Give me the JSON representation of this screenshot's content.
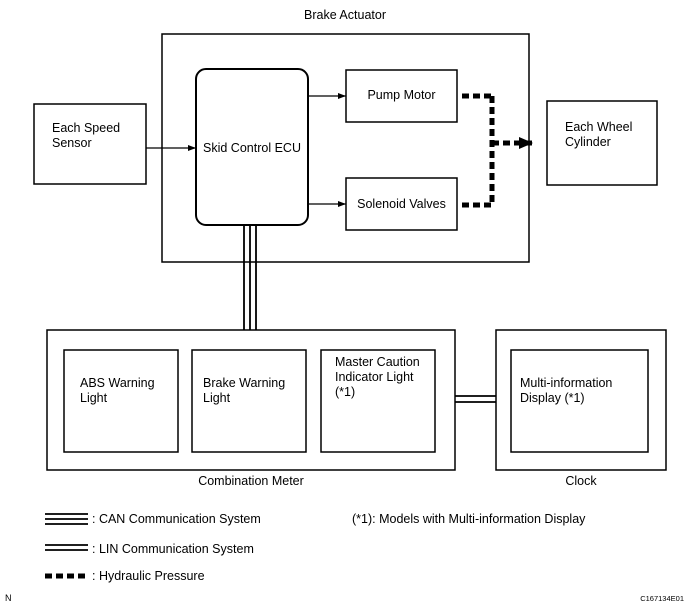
{
  "diagram": {
    "brake_actuator_label": "Brake Actuator",
    "speed_sensor_label": "Each Speed\nSensor",
    "skid_ecu_label": "Skid Control ECU",
    "pump_motor_label": "Pump Motor",
    "solenoid_label": "Solenoid Valves",
    "wheel_cylinder_label": "Each Wheel\nCylinder",
    "abs_warning_label": "ABS Warning\nLight",
    "brake_warning_label": "Brake Warning\nLight",
    "master_caution_label": "Master Caution\nIndicator Light\n(*1)",
    "multi_info_label": "Multi-information\nDisplay (*1)",
    "combination_meter_label": "Combination Meter",
    "clock_label": "Clock"
  },
  "legend": {
    "can_label": ": CAN Communication System",
    "lin_label": ": LIN Communication System",
    "hydraulic_label": ": Hydraulic Pressure",
    "note": "(*1): Models with Multi-information Display"
  },
  "footer": {
    "left_mark": "N",
    "code": "C167134E01"
  }
}
